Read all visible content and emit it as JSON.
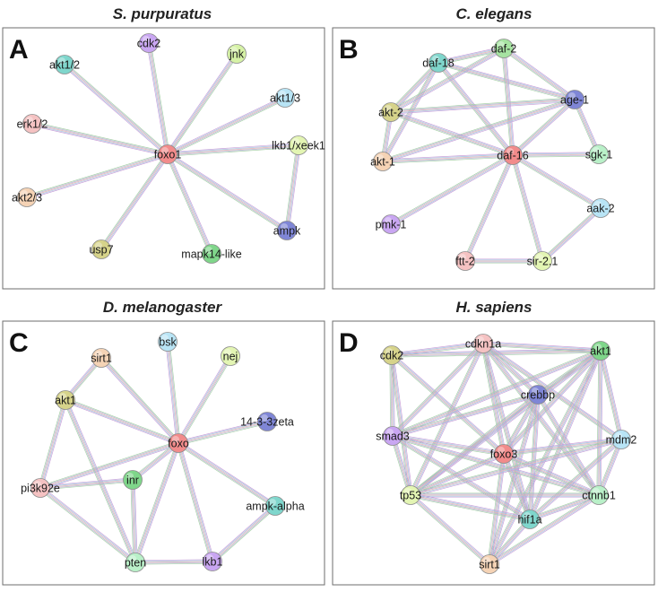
{
  "panels": [
    {
      "id": "A",
      "title": "S. purpuratus",
      "nodes": [
        {
          "id": "foxo1",
          "label": "foxo1",
          "color": "#f28b8b"
        },
        {
          "id": "cdk2",
          "label": "cdk2",
          "color": "#c9a6f2"
        },
        {
          "id": "jnk",
          "label": "jnk",
          "color": "#d6f2a6"
        },
        {
          "id": "akt12",
          "label": "akt1/2",
          "color": "#7fd6cc"
        },
        {
          "id": "akt13",
          "label": "akt1/3",
          "color": "#b8e4f5"
        },
        {
          "id": "erk12",
          "label": "erk1/2",
          "color": "#f5c2c2"
        },
        {
          "id": "lkb1",
          "label": "lkb1/xeek1",
          "color": "#e3f5b3"
        },
        {
          "id": "akt23",
          "label": "akt2/3",
          "color": "#f5d3b5"
        },
        {
          "id": "ampk",
          "label": "ampk",
          "color": "#7f86d6"
        },
        {
          "id": "usp7",
          "label": "usp7",
          "color": "#d6d38a"
        },
        {
          "id": "mapk14",
          "label": "mapk14-like",
          "color": "#7fd68a"
        }
      ],
      "edges": [
        [
          "foxo1",
          "cdk2"
        ],
        [
          "foxo1",
          "jnk"
        ],
        [
          "foxo1",
          "akt12"
        ],
        [
          "foxo1",
          "akt13"
        ],
        [
          "foxo1",
          "erk12"
        ],
        [
          "foxo1",
          "lkb1"
        ],
        [
          "foxo1",
          "akt23"
        ],
        [
          "foxo1",
          "ampk"
        ],
        [
          "foxo1",
          "usp7"
        ],
        [
          "foxo1",
          "mapk14"
        ],
        [
          "lkb1",
          "ampk"
        ]
      ]
    },
    {
      "id": "B",
      "title": "C. elegans",
      "nodes": [
        {
          "id": "daf18",
          "label": "daf-18",
          "color": "#7fd6cc"
        },
        {
          "id": "daf2",
          "label": "daf-2",
          "color": "#a6e3a1"
        },
        {
          "id": "age1",
          "label": "age-1",
          "color": "#7f86d6"
        },
        {
          "id": "akt2",
          "label": "akt-2",
          "color": "#d6d38a"
        },
        {
          "id": "akt1",
          "label": "akt-1",
          "color": "#f5d3b5"
        },
        {
          "id": "daf16",
          "label": "daf-16",
          "color": "#f28b8b"
        },
        {
          "id": "sgk1",
          "label": "sgk-1",
          "color": "#b9f0c8"
        },
        {
          "id": "aak2",
          "label": "aak-2",
          "color": "#b8e4f5"
        },
        {
          "id": "pmk1",
          "label": "pmk-1",
          "color": "#c9a6f2"
        },
        {
          "id": "ftt2",
          "label": "ftt-2",
          "color": "#f5c2c2"
        },
        {
          "id": "sir21",
          "label": "sir-2.1",
          "color": "#e3f5b3"
        }
      ],
      "edges": [
        [
          "daf18",
          "daf2"
        ],
        [
          "daf18",
          "age1"
        ],
        [
          "daf18",
          "akt2"
        ],
        [
          "daf18",
          "akt1"
        ],
        [
          "daf18",
          "daf16"
        ],
        [
          "daf2",
          "age1"
        ],
        [
          "daf2",
          "daf16"
        ],
        [
          "daf2",
          "akt2"
        ],
        [
          "age1",
          "akt2"
        ],
        [
          "age1",
          "akt1"
        ],
        [
          "age1",
          "daf16"
        ],
        [
          "age1",
          "sgk1"
        ],
        [
          "akt2",
          "akt1"
        ],
        [
          "akt2",
          "daf16"
        ],
        [
          "akt1",
          "daf16"
        ],
        [
          "daf16",
          "sgk1"
        ],
        [
          "daf16",
          "aak2"
        ],
        [
          "daf16",
          "pmk1"
        ],
        [
          "daf16",
          "ftt2"
        ],
        [
          "daf16",
          "sir21"
        ],
        [
          "ftt2",
          "sir21"
        ],
        [
          "aak2",
          "sir21"
        ]
      ]
    },
    {
      "id": "C",
      "title": "D. melanogaster",
      "nodes": [
        {
          "id": "foxo",
          "label": "foxo",
          "color": "#f28b8b"
        },
        {
          "id": "bsk",
          "label": "bsk",
          "color": "#b8e4f5"
        },
        {
          "id": "sirt1",
          "label": "sirt1",
          "color": "#f5d3b5"
        },
        {
          "id": "nej",
          "label": "nej",
          "color": "#e3f5b3"
        },
        {
          "id": "akt1",
          "label": "akt1",
          "color": "#d6d38a"
        },
        {
          "id": "z1433",
          "label": "14-3-3zeta",
          "color": "#7f86d6"
        },
        {
          "id": "pi3k",
          "label": "pi3k92e",
          "color": "#f5c2c2"
        },
        {
          "id": "inr",
          "label": "inr",
          "color": "#7fd68a"
        },
        {
          "id": "ampka",
          "label": "ampk-alpha",
          "color": "#7fd6cc"
        },
        {
          "id": "pten",
          "label": "pten",
          "color": "#b9f0c8"
        },
        {
          "id": "lkb1",
          "label": "lkb1",
          "color": "#c9a6f2"
        }
      ],
      "edges": [
        [
          "foxo",
          "bsk"
        ],
        [
          "foxo",
          "sirt1"
        ],
        [
          "foxo",
          "nej"
        ],
        [
          "foxo",
          "akt1"
        ],
        [
          "foxo",
          "z1433"
        ],
        [
          "foxo",
          "pi3k"
        ],
        [
          "foxo",
          "inr"
        ],
        [
          "foxo",
          "ampka"
        ],
        [
          "foxo",
          "pten"
        ],
        [
          "foxo",
          "lkb1"
        ],
        [
          "akt1",
          "sirt1"
        ],
        [
          "akt1",
          "pi3k"
        ],
        [
          "akt1",
          "pten"
        ],
        [
          "pi3k",
          "pten"
        ],
        [
          "pi3k",
          "inr"
        ],
        [
          "inr",
          "pten"
        ],
        [
          "pten",
          "lkb1"
        ],
        [
          "lkb1",
          "ampka"
        ]
      ]
    },
    {
      "id": "D",
      "title": "H. sapiens",
      "nodes": [
        {
          "id": "cdk2",
          "label": "cdk2",
          "color": "#d6d38a"
        },
        {
          "id": "cdkn1a",
          "label": "cdkn1a",
          "color": "#f5c2c2"
        },
        {
          "id": "akt1",
          "label": "akt1",
          "color": "#7fd68a"
        },
        {
          "id": "crebbp",
          "label": "crebbp",
          "color": "#7f86d6"
        },
        {
          "id": "smad3",
          "label": "smad3",
          "color": "#c9a6f2"
        },
        {
          "id": "foxo3",
          "label": "foxo3",
          "color": "#f28b8b"
        },
        {
          "id": "mdm2",
          "label": "mdm2",
          "color": "#b8e4f5"
        },
        {
          "id": "ctnnb1",
          "label": "ctnnb1",
          "color": "#b9f0c8"
        },
        {
          "id": "tp53",
          "label": "tp53",
          "color": "#e3f5b3"
        },
        {
          "id": "hif1a",
          "label": "hif1a",
          "color": "#7fd6cc"
        },
        {
          "id": "sirt1",
          "label": "sirt1",
          "color": "#f5d3b5"
        }
      ],
      "edges": [
        [
          "cdk2",
          "cdkn1a"
        ],
        [
          "cdk2",
          "smad3"
        ],
        [
          "cdk2",
          "tp53"
        ],
        [
          "cdk2",
          "foxo3"
        ],
        [
          "cdk2",
          "akt1"
        ],
        [
          "cdkn1a",
          "akt1"
        ],
        [
          "cdkn1a",
          "crebbp"
        ],
        [
          "cdkn1a",
          "smad3"
        ],
        [
          "cdkn1a",
          "foxo3"
        ],
        [
          "cdkn1a",
          "tp53"
        ],
        [
          "cdkn1a",
          "hif1a"
        ],
        [
          "cdkn1a",
          "ctnnb1"
        ],
        [
          "cdkn1a",
          "mdm2"
        ],
        [
          "akt1",
          "crebbp"
        ],
        [
          "akt1",
          "foxo3"
        ],
        [
          "akt1",
          "mdm2"
        ],
        [
          "akt1",
          "ctnnb1"
        ],
        [
          "akt1",
          "tp53"
        ],
        [
          "akt1",
          "hif1a"
        ],
        [
          "akt1",
          "smad3"
        ],
        [
          "akt1",
          "sirt1"
        ],
        [
          "crebbp",
          "smad3"
        ],
        [
          "crebbp",
          "foxo3"
        ],
        [
          "crebbp",
          "tp53"
        ],
        [
          "crebbp",
          "hif1a"
        ],
        [
          "crebbp",
          "ctnnb1"
        ],
        [
          "crebbp",
          "sirt1"
        ],
        [
          "smad3",
          "foxo3"
        ],
        [
          "smad3",
          "tp53"
        ],
        [
          "smad3",
          "ctnnb1"
        ],
        [
          "smad3",
          "hif1a"
        ],
        [
          "foxo3",
          "tp53"
        ],
        [
          "foxo3",
          "hif1a"
        ],
        [
          "foxo3",
          "ctnnb1"
        ],
        [
          "foxo3",
          "mdm2"
        ],
        [
          "foxo3",
          "sirt1"
        ],
        [
          "mdm2",
          "tp53"
        ],
        [
          "mdm2",
          "ctnnb1"
        ],
        [
          "mdm2",
          "hif1a"
        ],
        [
          "ctnnb1",
          "tp53"
        ],
        [
          "ctnnb1",
          "hif1a"
        ],
        [
          "ctnnb1",
          "sirt1"
        ],
        [
          "tp53",
          "hif1a"
        ],
        [
          "tp53",
          "sirt1"
        ],
        [
          "hif1a",
          "sirt1"
        ]
      ]
    }
  ]
}
